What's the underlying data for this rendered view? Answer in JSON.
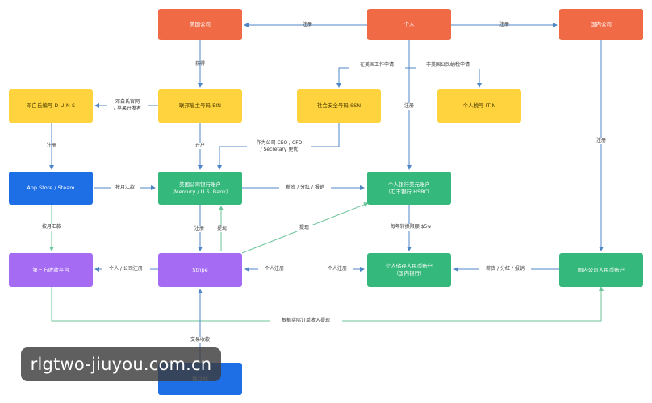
{
  "nodes": {
    "us_company": "美国公司",
    "individual": "个人",
    "domestic_company": "国内公司",
    "duns": "邓白氏编号 D-U-N-S",
    "ein": "联邦雇主号码 EIN",
    "ssn": "社会安全号码 SSN",
    "itin": "个人税号 ITIN",
    "app_store": "App Store / Steam",
    "us_company_account": "美国公司银行账户\n（Mercury / U.S. Bank）",
    "personal_usd_account": "个人银行美元账户\n（汇丰银行 HSBC）",
    "third_party_platform": "第三方收款平台",
    "stripe": "Stripe",
    "personal_rmb_account": "个人储存人民币账户\n（国内银行）",
    "domestic_company_account": "国内公司人民币账户",
    "independent_site": "独立站"
  },
  "edges": {
    "register_1": "注册",
    "register_2": "注册",
    "obtain": "获得",
    "apply_work": "在美国工作申请",
    "apply_nonresident": "非美国公民纳税申请",
    "via_apple": "邓白氏官网\n/ 苹果开发者",
    "register_3": "注册",
    "register_4": "注册",
    "register_5": "注册",
    "open_account": "开户",
    "ceo_update": "作为公司 CEO / CFO\n/ Secretary 更优",
    "monthly_remit_1": "按月汇款",
    "salary_dividend_1": "薪资 / 分红 / 报销",
    "monthly_remit_2": "按月汇款",
    "register_stripe": "注册",
    "withdraw_1": "提现",
    "withdraw_2": "提现",
    "annual_limit": "每年转换限额 $5w",
    "personal_company_register": "个人 / 公司注册",
    "personal_register_1": "个人注册",
    "personal_register_2": "个人注册",
    "salary_dividend_2": "薪资 / 分红 / 报销",
    "withdraw_by_order": "根据实际订单收入提现",
    "transaction_fee": "交易收款"
  },
  "watermark": "rlgtwo-jiuyou.com.cn",
  "colors": {
    "orange": "#ef6a45",
    "yellow": "#ffd33d",
    "blue": "#1e6fe6",
    "green": "#35b87b",
    "purple": "#a56cf3",
    "line": "#4f86c6"
  }
}
